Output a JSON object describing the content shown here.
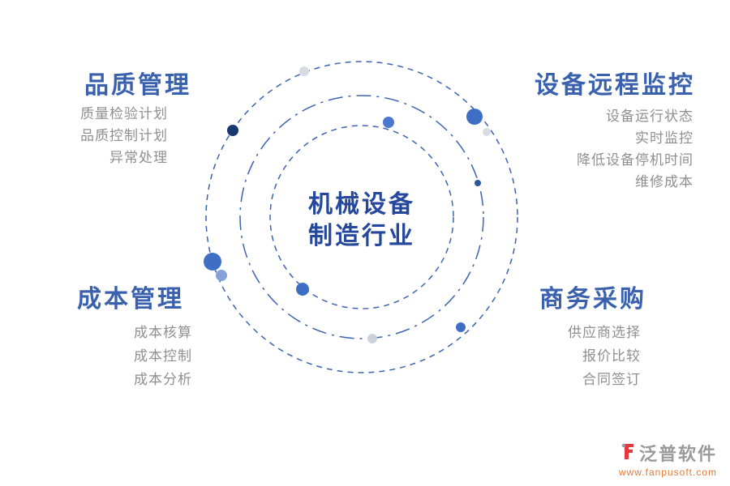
{
  "center": {
    "line1": "机械设备",
    "line2": "制造行业"
  },
  "sections": [
    {
      "title": "品质管理",
      "items": [
        "质量检验计划",
        "品质控制计划",
        "异常处理"
      ]
    },
    {
      "title": "设备远程监控",
      "items": [
        "设备运行状态",
        "实时监控",
        "降低设备停机时间",
        "维修成本"
      ]
    },
    {
      "title": "成本管理",
      "items": [
        "成本核算",
        "成本控制",
        "成本分析"
      ]
    },
    {
      "title": "商务采购",
      "items": [
        "供应商选择",
        "报价比较",
        "合同签订"
      ]
    }
  ],
  "branding": {
    "name": "泛普软件",
    "url": "www.fanpusoft.com"
  },
  "colors": {
    "heading_blue": "#3a61ad",
    "center_text": "#26489c",
    "item_gray": "#8f8f8f",
    "ring_blue": "#3c64b0",
    "dot_blue": "#3f6fc4",
    "dot_navy": "#16386f",
    "dot_light_blue": "#86a2d8",
    "dot_gray": "#d7dce2",
    "brand_red": "#e4393c",
    "brand_gray": "#9a9a9a",
    "url_orange": "#e07b39"
  }
}
